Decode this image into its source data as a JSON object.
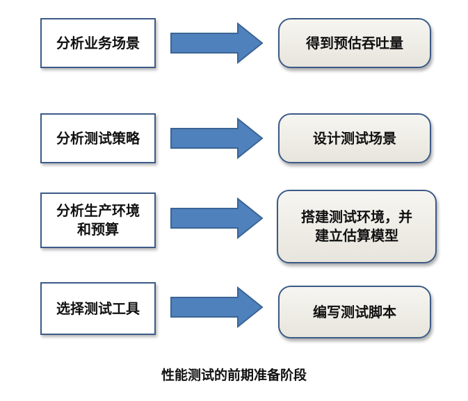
{
  "rows": [
    {
      "left": "分析业务场景",
      "right": "得到预估吞吐量"
    },
    {
      "left": "分析测试策略",
      "right": "设计测试场景"
    },
    {
      "left": "分析生产环境\n和预算",
      "right": "搭建测试环境，并\n建立估算模型"
    },
    {
      "left": "选择测试工具",
      "right": "编写测试脚本"
    }
  ],
  "caption": "性能测试的前期准备阶段",
  "colors": {
    "arrow_fill": "#4f81bd",
    "arrow_stroke": "#3b6494",
    "box_border": "#3b5a86",
    "rounded_box_fill": "#ece9e2"
  }
}
